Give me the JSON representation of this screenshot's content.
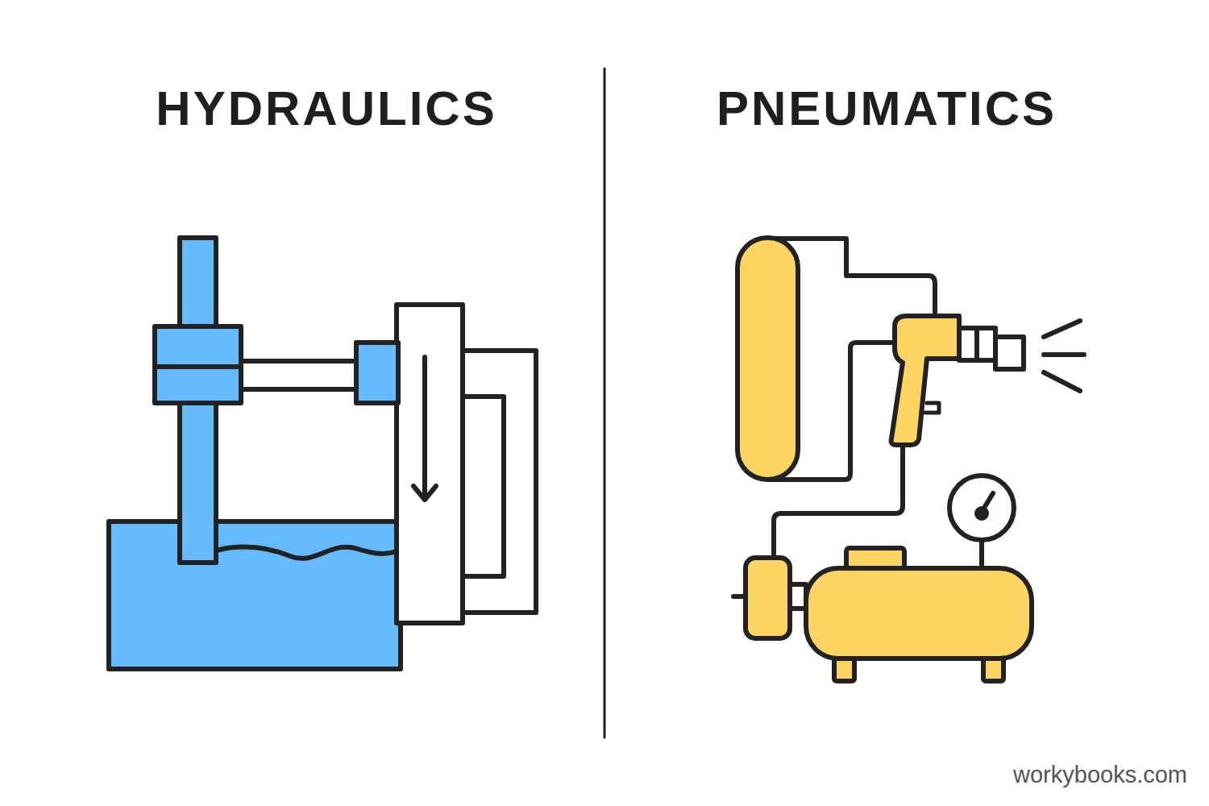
{
  "diagram": {
    "labels": [
      "HYDRAULICS",
      "PNEUMATICS",
      "workybooks.com"
    ]
  }
}
